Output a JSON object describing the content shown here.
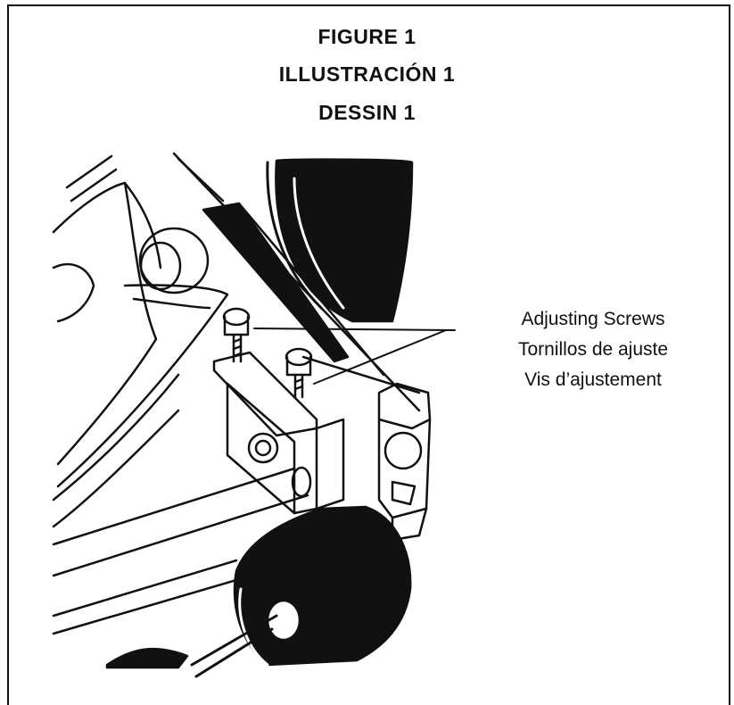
{
  "titles": {
    "line1": "FIGURE 1",
    "line2": "ILLUSTRACIÓN 1",
    "line3": "DESSIN 1"
  },
  "callout": {
    "english": "Adjusting Screws",
    "spanish": "Tornillos de ajuste",
    "french": "Vis d’ajustement"
  }
}
